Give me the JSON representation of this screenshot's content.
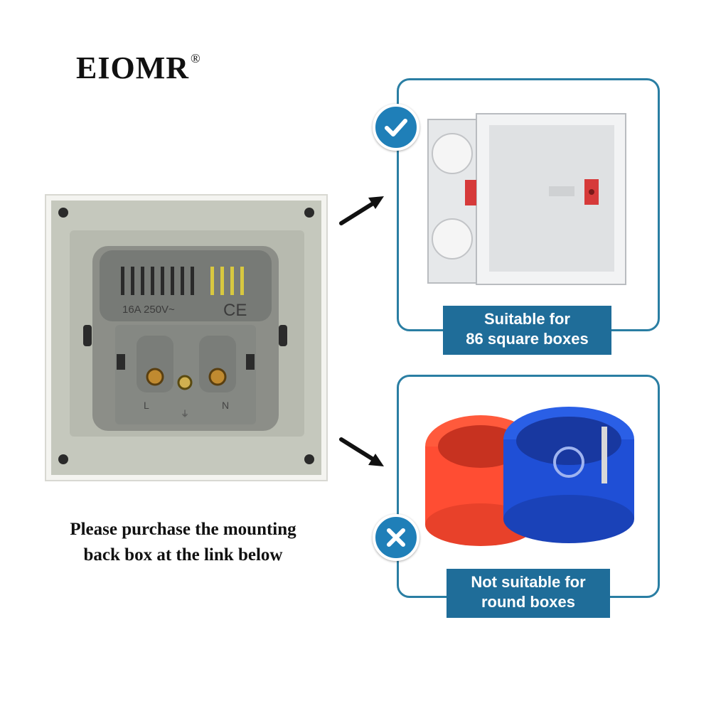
{
  "brand": {
    "name": "EIOMR",
    "mark": "®"
  },
  "socket": {
    "rating_text": "16A 250V~",
    "ce_mark": "CE",
    "live_letter": "L",
    "neutral_letter": "N",
    "earth_symbol": "⏚"
  },
  "caption": {
    "line1": "Please purchase the mounting",
    "line2": "back box at the link below"
  },
  "suitable": {
    "line1": "Suitable for",
    "line2": "86 square boxes"
  },
  "not_suitable": {
    "line1": "Not suitable for",
    "line2": "round boxes"
  },
  "colors": {
    "accent": "#2a7ea3",
    "label_bg": "#1f6d99",
    "badge": "#1f7fb8",
    "red_box": "#ff4d33",
    "blue_box": "#1f4fd6"
  }
}
